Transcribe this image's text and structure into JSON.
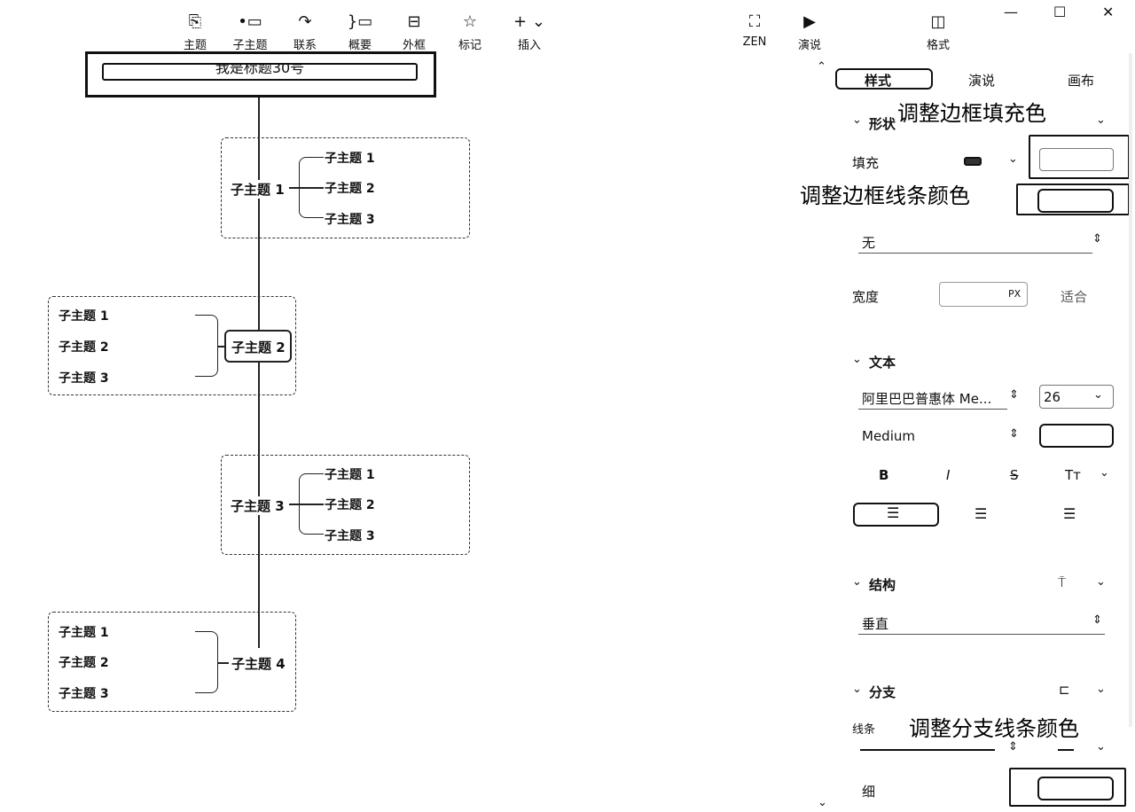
{
  "toolbar": {
    "topic": "主题",
    "subtopic": "子主题",
    "relationship": "联系",
    "summary": "概要",
    "boundary": "外框",
    "marker": "标记",
    "insert": "插入",
    "zen": "ZEN",
    "pitch": "演说",
    "format": "格式"
  },
  "canvas": {
    "root_title": "我是标题30号",
    "branches": [
      {
        "label": "子主题 1",
        "children": [
          "子主题 1",
          "子主题 2",
          "子主题 3"
        ]
      },
      {
        "label": "子主题 2",
        "children": [
          "子主题 1",
          "子主题 2",
          "子主题 3"
        ]
      },
      {
        "label": "子主题 3",
        "children": [
          "子主题 1",
          "子主题 2",
          "子主题 3"
        ]
      },
      {
        "label": "子主题 4",
        "children": [
          "子主题 1",
          "子主题 2",
          "子主题 3"
        ]
      }
    ]
  },
  "panel": {
    "tabs": [
      "样式",
      "演说",
      "画布"
    ],
    "shape": {
      "title": "形状",
      "fill_label": "填充",
      "border_option": "无",
      "width_label": "宽度",
      "width_unit": "PX",
      "fit_label": "适合"
    },
    "text": {
      "title": "文本",
      "font_family": "阿里巴巴普惠体 Me...",
      "font_size": "26",
      "font_weight": "Medium",
      "bold": "B",
      "italic": "I",
      "strike": "S",
      "case": "Tт"
    },
    "structure": {
      "title": "结构",
      "value": "垂直"
    },
    "branch": {
      "title": "分支",
      "line_label": "线条",
      "thickness": "细"
    }
  },
  "annotations": {
    "fill_color": "调整边框填充色",
    "border_color": "调整边框线条颜色",
    "branch_color": "调整分支线条颜色"
  },
  "icons": [
    "topic-icon",
    "subtopic-icon",
    "relationship-icon",
    "summary-icon",
    "boundary-icon",
    "marker-star-icon",
    "insert-plus-icon",
    "zen-icon",
    "pitch-play-icon",
    "format-panel-icon"
  ]
}
